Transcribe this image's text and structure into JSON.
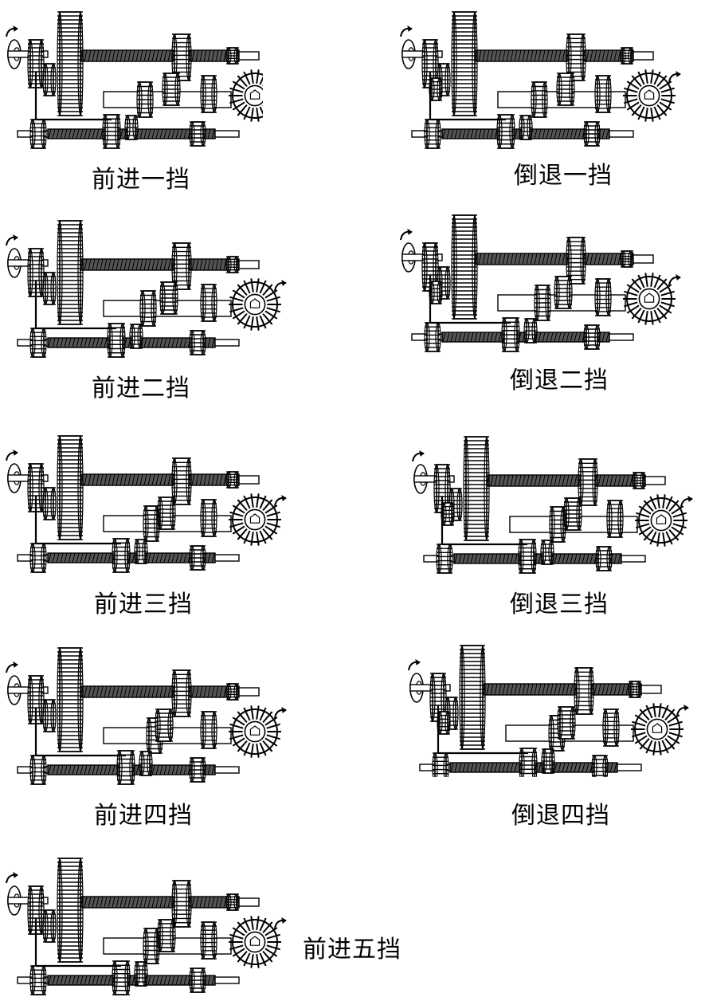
{
  "panels": [
    {
      "id": "f1",
      "label": "前进一挡"
    },
    {
      "id": "r1",
      "label": "倒退一挡"
    },
    {
      "id": "f2",
      "label": "前进二挡"
    },
    {
      "id": "r2",
      "label": "倒退二挡"
    },
    {
      "id": "f3",
      "label": "前进三挡"
    },
    {
      "id": "r3",
      "label": "倒退三挡"
    },
    {
      "id": "f4",
      "label": "前进四挡"
    },
    {
      "id": "r4",
      "label": "倒退四挡"
    },
    {
      "id": "f5",
      "label": "前进五挡"
    }
  ],
  "colors": {
    "ink": "#000000",
    "paper": "#ffffff",
    "shade": "#555555"
  }
}
